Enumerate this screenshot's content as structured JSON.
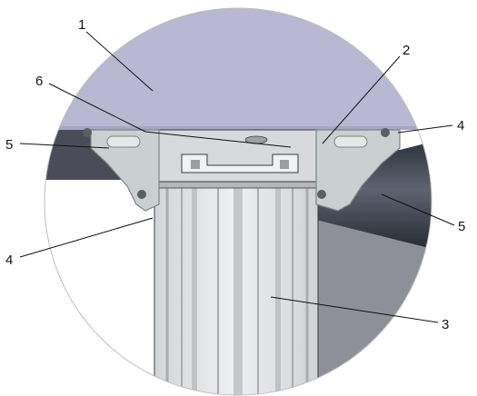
{
  "colors": {
    "background": "#ffffff",
    "slab": "#b9b8d2",
    "slab_edge": "#a7a6c3",
    "dark_beam": "#4a4c57",
    "pipe": "#2c2f38",
    "pipe_highlight": "#5e6370",
    "wall": "#8e9099",
    "bracket": "#c9d0cf",
    "bracket_edge": "#7c8584",
    "column": "#e7e9ea",
    "column_groove": "#a9adb0",
    "column_shadow": "#c3c7c9",
    "outline": "#3c3c3c",
    "label": "#111111"
  },
  "callouts": [
    {
      "id": "1",
      "text": "1"
    },
    {
      "id": "2",
      "text": "2"
    },
    {
      "id": "6",
      "text": "6"
    },
    {
      "id": "5-left",
      "text": "5"
    },
    {
      "id": "4-right",
      "text": "4"
    },
    {
      "id": "4-left",
      "text": "4"
    },
    {
      "id": "5-right",
      "text": "5"
    },
    {
      "id": "3",
      "text": "3"
    }
  ]
}
